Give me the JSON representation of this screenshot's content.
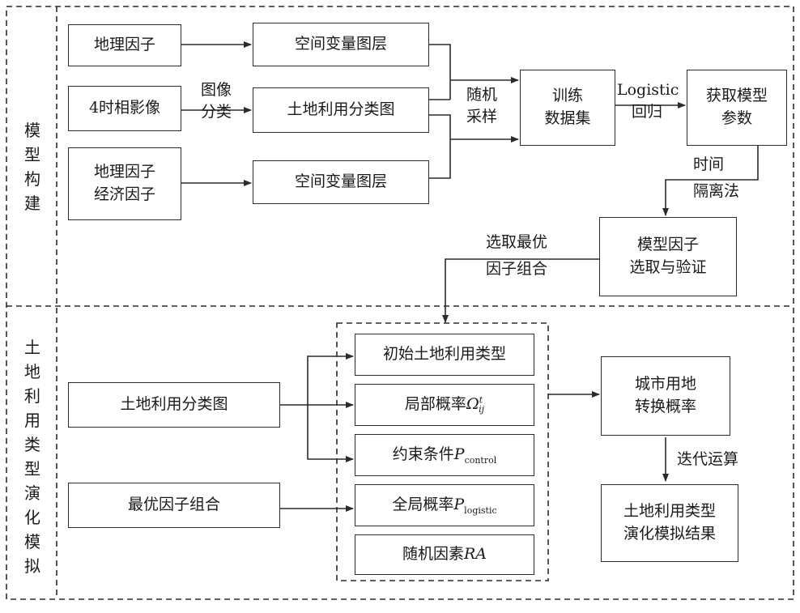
{
  "sections": {
    "model_build": "模型构建",
    "evolution": "土地利用类型演化模拟"
  },
  "left_inputs": {
    "geo_factor": "地理因子",
    "imagery": "4时相影像",
    "geo_econ_1": "地理因子",
    "geo_econ_2": "经济因子"
  },
  "layers": {
    "spatial_var_1": "空间变量图层",
    "landuse_map": "土地利用分类图",
    "spatial_var_2": "空间变量图层"
  },
  "edge_labels": {
    "image_1": "图像",
    "image_2": "分类",
    "random_1": "随机",
    "random_2": "采样",
    "logistic_1": "Logistic",
    "logistic_2": "回归",
    "time_1": "时间",
    "time_2": "隔离法",
    "best_1": "选取最优",
    "best_2": "因子组合",
    "iter": "迭代运算"
  },
  "process": {
    "train_1": "训练",
    "train_2": "数据集",
    "params_1": "获取模型",
    "params_2": "参数",
    "select_1": "模型因子",
    "select_2": "选取与验证"
  },
  "sim_inputs": {
    "landuse_map": "土地利用分类图",
    "best_combo": "最优因子组合"
  },
  "components": {
    "initial": "初始土地利用类型",
    "local_text": "局部概率",
    "local_sym": "Ω",
    "local_sup": "t",
    "local_sub": "ij",
    "constraint_text": "约束条件",
    "constraint_sym": "P",
    "constraint_sub": "control",
    "global_text": "全局概率",
    "global_sym": "P",
    "global_sub": "logistic",
    "random_text": "随机因素",
    "random_sym": "RA"
  },
  "outputs": {
    "prob_1": "城市用地",
    "prob_2": "转换概率",
    "result_1": "土地利用类型",
    "result_2": "演化模拟结果"
  }
}
